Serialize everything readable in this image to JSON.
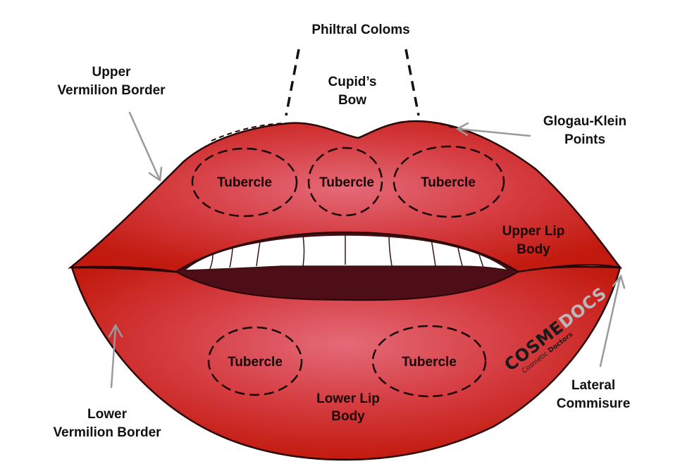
{
  "labels": {
    "philtral_columns": "Philtral Coloms",
    "cupids_bow_line1": "Cupid’s",
    "cupids_bow_line2": "Bow",
    "upper_vermilion_line1": "Upper",
    "upper_vermilion_line2": "Vermilion Border",
    "glogau_klein_line1": "Glogau-Klein",
    "glogau_klein_line2": "Points",
    "upper_lip_body_line1": "Upper Lip",
    "upper_lip_body_line2": "Body",
    "lateral_commisure_line1": "Lateral",
    "lateral_commisure_line2": "Commisure",
    "lower_vermilion_line1": "Lower",
    "lower_vermilion_line2": "Vermilion Border",
    "lower_lip_body_line1": "Lower Lip",
    "lower_lip_body_line2": "Body"
  },
  "tubercles": {
    "upper_left": "Tubercle",
    "upper_center": "Tubercle",
    "upper_right": "Tubercle",
    "lower_left": "Tubercle",
    "lower_right": "Tubercle"
  },
  "brand": {
    "main_dark": "COSME",
    "main_light": "DOCS",
    "sub_plain": "Cosmetic ",
    "sub_bold": "Doctors"
  },
  "colors": {
    "lip_red": "#c41a0e",
    "lip_highlight": "#e2606e",
    "mouth_interior": "#4e0e18",
    "teeth": "#ffffff",
    "outline": "#2a0606",
    "arrow_gray": "#9a9a9a",
    "brand_dark": "#1a1a1a",
    "brand_light": "#b8b8b8"
  }
}
